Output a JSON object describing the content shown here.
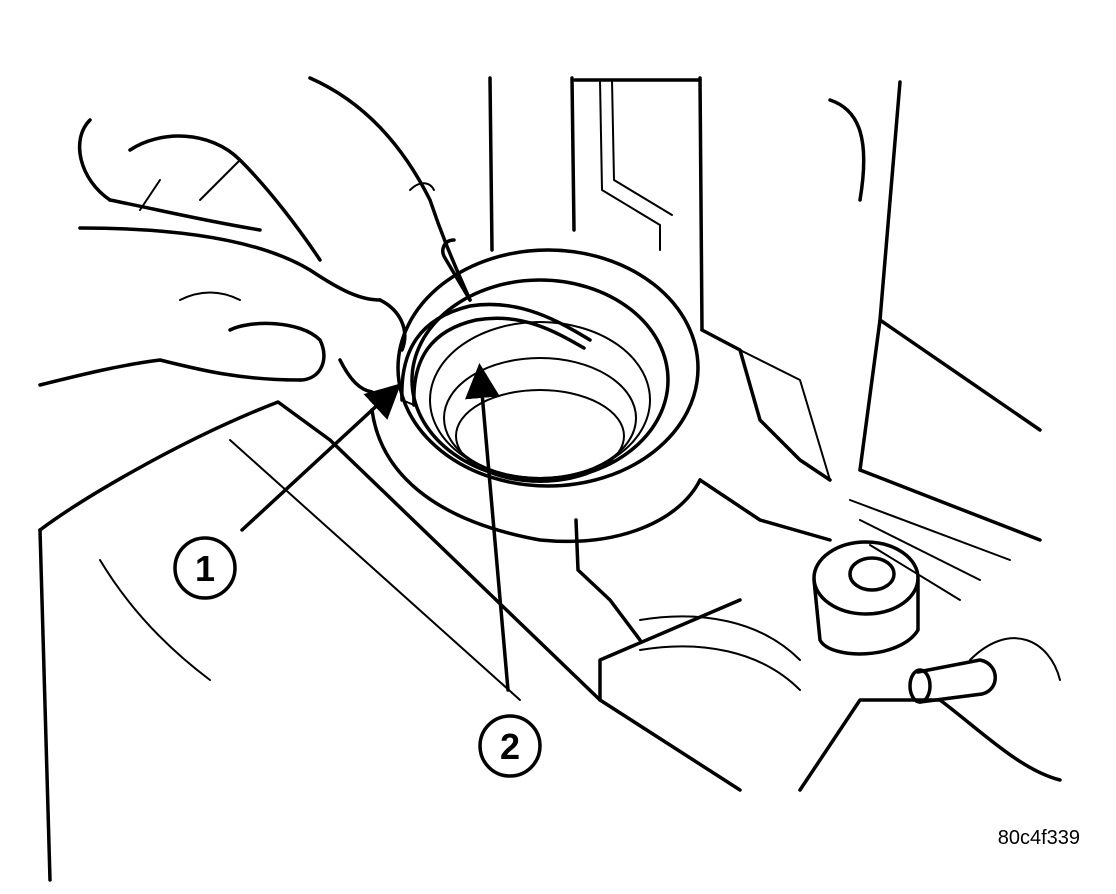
{
  "callouts": [
    {
      "id": "1",
      "label": "1"
    },
    {
      "id": "2",
      "label": "2"
    }
  ],
  "figure_id": "80c4f339",
  "colors": {
    "line": "#000000",
    "background": "#ffffff"
  }
}
